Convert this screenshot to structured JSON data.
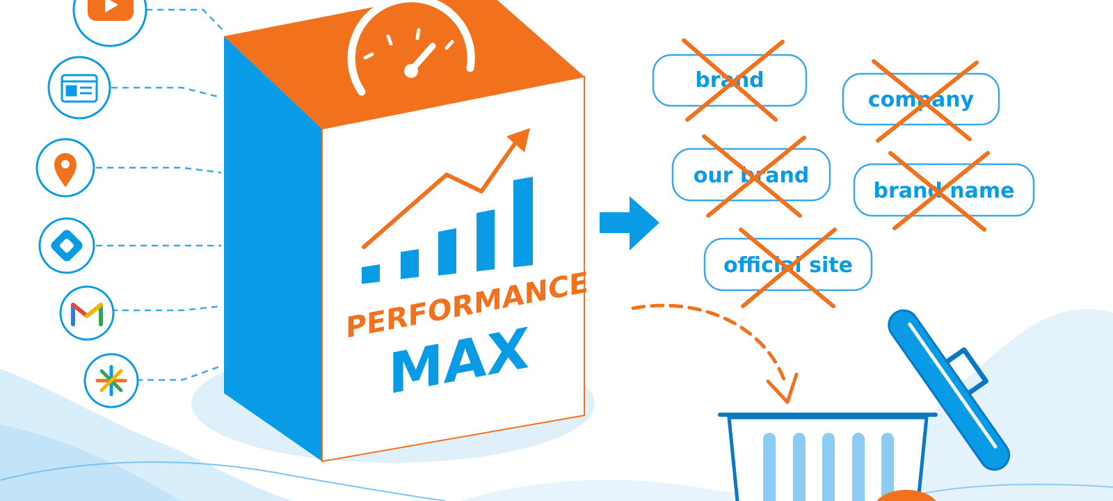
{
  "colors": {
    "blue": "#0a9be6",
    "orange": "#f2711c",
    "light_blue": "#d9eefb",
    "pill_border": "#39a7ea"
  },
  "box": {
    "title_line1": "PERFORMANCE",
    "title_line2": "MAX"
  },
  "channels": [
    {
      "icon": "youtube-play-icon"
    },
    {
      "icon": "display-web-icon"
    },
    {
      "icon": "maps-pin-icon"
    },
    {
      "icon": "discover-diamond-icon"
    },
    {
      "icon": "gmail-icon"
    },
    {
      "icon": "google-asterisk-icon"
    }
  ],
  "keywords": [
    {
      "label": "brand"
    },
    {
      "label": "company"
    },
    {
      "label": "our brand"
    },
    {
      "label": "brand name"
    },
    {
      "label": "official site"
    }
  ]
}
